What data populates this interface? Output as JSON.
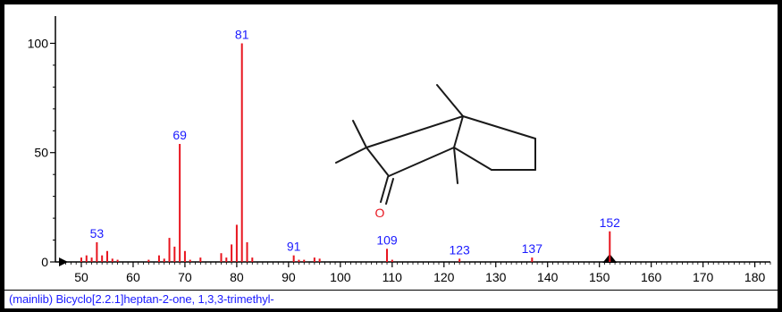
{
  "colors": {
    "bars": "#e8141e",
    "peak_labels": "#1a1aff",
    "axes": "#000000",
    "structure": "#1a1a1a",
    "oxygen": "#e8141e",
    "caption": "#1a1aff"
  },
  "caption": "(mainlib) Bicyclo[2.2.1]heptan-2-one, 1,3,3-trimethyl-",
  "structure_label": "O",
  "chart_data": {
    "type": "bar",
    "title": "",
    "xlabel": "",
    "ylabel": "",
    "xlim": [
      45,
      183
    ],
    "ylim": [
      0,
      110
    ],
    "x_ticks": [
      50,
      60,
      70,
      80,
      90,
      100,
      110,
      120,
      130,
      140,
      150,
      160,
      170,
      180
    ],
    "y_ticks": [
      0,
      50,
      100
    ],
    "grid": false,
    "legend": "none",
    "peaks": [
      {
        "mz": 50,
        "intensity": 2
      },
      {
        "mz": 51,
        "intensity": 3
      },
      {
        "mz": 52,
        "intensity": 2
      },
      {
        "mz": 53,
        "intensity": 9
      },
      {
        "mz": 54,
        "intensity": 3
      },
      {
        "mz": 55,
        "intensity": 5
      },
      {
        "mz": 56,
        "intensity": 1.5
      },
      {
        "mz": 57,
        "intensity": 1
      },
      {
        "mz": 63,
        "intensity": 1
      },
      {
        "mz": 65,
        "intensity": 3
      },
      {
        "mz": 66,
        "intensity": 1.5
      },
      {
        "mz": 67,
        "intensity": 11
      },
      {
        "mz": 68,
        "intensity": 7
      },
      {
        "mz": 69,
        "intensity": 54
      },
      {
        "mz": 70,
        "intensity": 5
      },
      {
        "mz": 71,
        "intensity": 1
      },
      {
        "mz": 73,
        "intensity": 2
      },
      {
        "mz": 77,
        "intensity": 4
      },
      {
        "mz": 78,
        "intensity": 2
      },
      {
        "mz": 79,
        "intensity": 8
      },
      {
        "mz": 80,
        "intensity": 17
      },
      {
        "mz": 81,
        "intensity": 100
      },
      {
        "mz": 82,
        "intensity": 9
      },
      {
        "mz": 83,
        "intensity": 2
      },
      {
        "mz": 91,
        "intensity": 3
      },
      {
        "mz": 92,
        "intensity": 1
      },
      {
        "mz": 93,
        "intensity": 1
      },
      {
        "mz": 95,
        "intensity": 2
      },
      {
        "mz": 96,
        "intensity": 1.5
      },
      {
        "mz": 109,
        "intensity": 6
      },
      {
        "mz": 110,
        "intensity": 1
      },
      {
        "mz": 123,
        "intensity": 1.5
      },
      {
        "mz": 137,
        "intensity": 2
      },
      {
        "mz": 152,
        "intensity": 14
      }
    ],
    "peak_labels": [
      {
        "mz": 53,
        "text": "53"
      },
      {
        "mz": 69,
        "text": "69"
      },
      {
        "mz": 81,
        "text": "81"
      },
      {
        "mz": 91,
        "text": "91"
      },
      {
        "mz": 109,
        "text": "109"
      },
      {
        "mz": 123,
        "text": "123"
      },
      {
        "mz": 137,
        "text": "137"
      },
      {
        "mz": 152,
        "text": "152"
      }
    ],
    "marker_mz": 152
  }
}
